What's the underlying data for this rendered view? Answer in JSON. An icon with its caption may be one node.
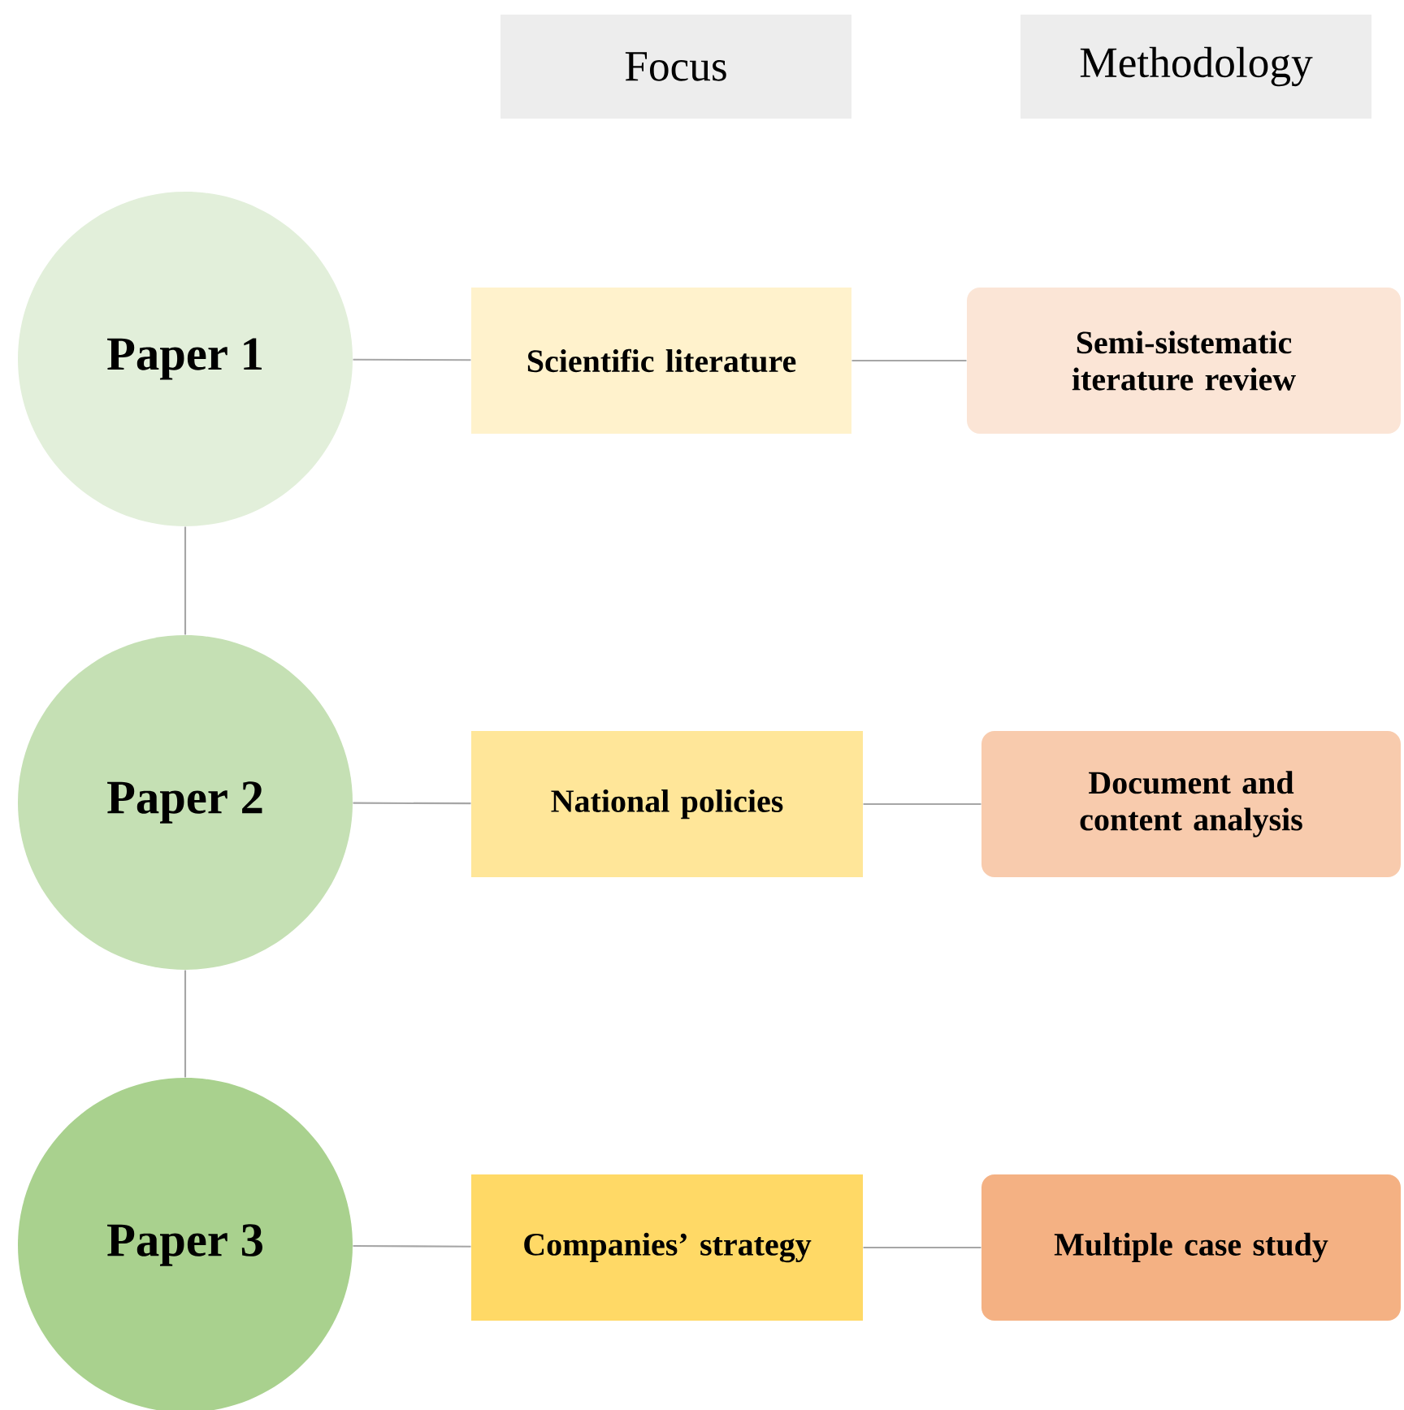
{
  "diagram": {
    "nodes": [
      {
        "text": [
          "Focus"
        ]
      },
      {
        "text": [
          "Methodology"
        ]
      },
      {
        "text": [
          "Paper 1"
        ]
      },
      {
        "text": [
          "Scientific literature"
        ]
      },
      {
        "text": [
          "Semi-sistematic iterature review"
        ]
      },
      {
        "text": [
          "Paper 2"
        ]
      },
      {
        "text": [
          "National policies"
        ]
      },
      {
        "text": [
          "Document and content analysis"
        ]
      },
      {
        "text": [
          "Paper 3"
        ]
      },
      {
        "text": [
          "Companies’ strategy"
        ]
      },
      {
        "text": [
          "Multiple case study"
        ]
      }
    ],
    "edges": [
      {
        "from": 2,
        "to": 3,
        "arrow": "none"
      },
      {
        "from": 3,
        "to": 4,
        "arrow": "none"
      },
      {
        "from": 2,
        "to": 5,
        "arrow": "none"
      },
      {
        "from": 5,
        "to": 6,
        "arrow": "none"
      },
      {
        "from": 6,
        "to": 7,
        "arrow": "none"
      },
      {
        "from": 5,
        "to": 8,
        "arrow": "none"
      },
      {
        "from": 8,
        "to": 9,
        "arrow": "none"
      },
      {
        "from": 9,
        "to": 10,
        "arrow": "none"
      }
    ]
  }
}
